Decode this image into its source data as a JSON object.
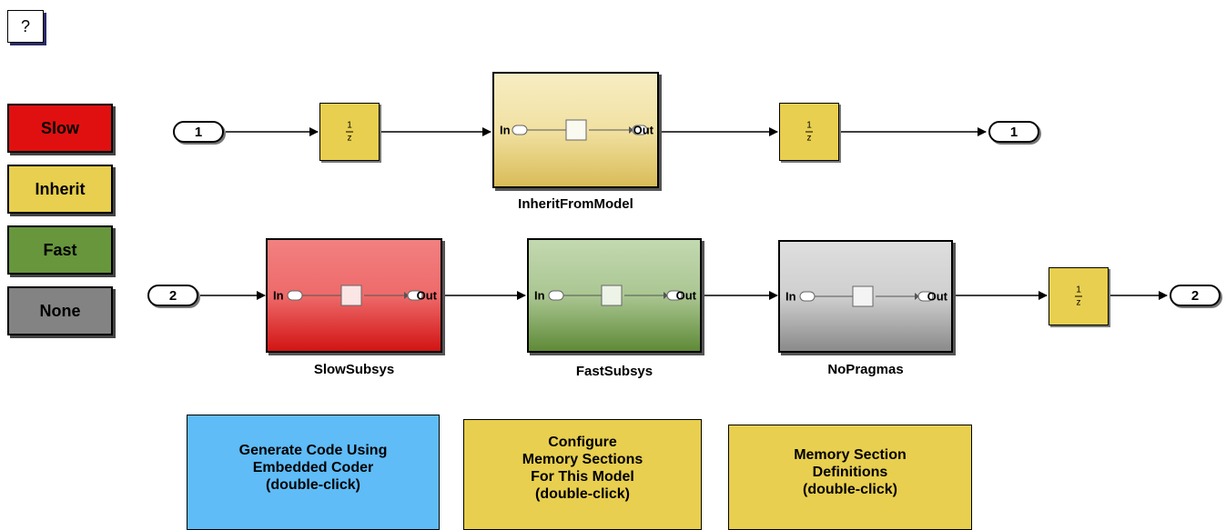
{
  "help": {
    "label": "?"
  },
  "legend": [
    {
      "label": "Slow",
      "color": "#e01010"
    },
    {
      "label": "Inherit",
      "color": "#e8cf4f"
    },
    {
      "label": "Fast",
      "color": "#67963d"
    },
    {
      "label": "None",
      "color": "#838383"
    }
  ],
  "inports": [
    {
      "label": "1"
    },
    {
      "label": "2"
    }
  ],
  "outports": [
    {
      "label": "1"
    },
    {
      "label": "2"
    }
  ],
  "delay": {
    "numerator": "1",
    "denominator": "z"
  },
  "subsystems": [
    {
      "name": "InheritFromModel",
      "in_label": "In",
      "out_label": "Out",
      "color": "#e8cf4f"
    },
    {
      "name": "SlowSubsys",
      "in_label": "In",
      "out_label": "Out",
      "color": "#e01010"
    },
    {
      "name": "FastSubsys",
      "in_label": "In",
      "out_label": "Out",
      "color": "#67963d"
    },
    {
      "name": "NoPragmas",
      "in_label": "In",
      "out_label": "Out",
      "color": "#838383"
    }
  ],
  "annotations": [
    {
      "text": "Generate Code Using\nEmbedded Coder\n(double-click)",
      "color": "#5fbcf7"
    },
    {
      "text": "Configure\nMemory Sections\nFor This Model\n(double-click)",
      "color": "#e8cf4f"
    },
    {
      "text": "Memory Section\nDefinitions\n(double-click)",
      "color": "#e8cf4f"
    }
  ]
}
